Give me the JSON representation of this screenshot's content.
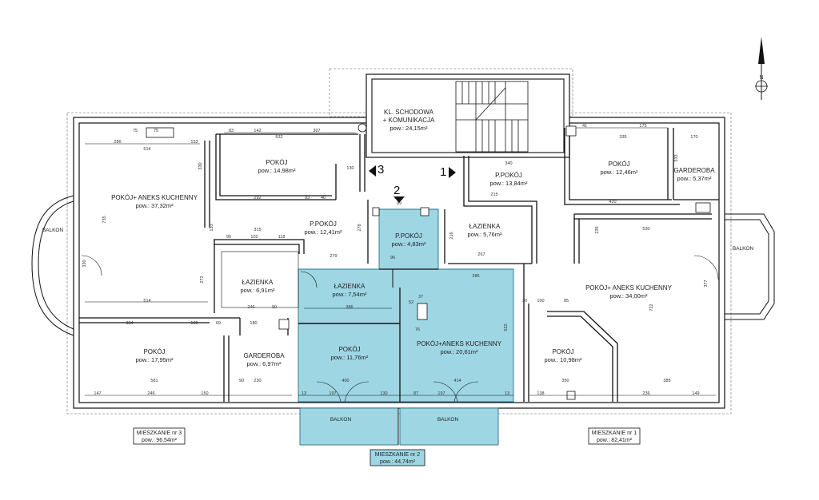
{
  "compass": {
    "letter": "N"
  },
  "stair_markers": [
    "1",
    "2",
    "3"
  ],
  "rooms": {
    "stair": {
      "line1": "KL. SCHODOWA",
      "line2": "+ KOMUNIKACJA",
      "area": "pow.: 24,15m²"
    },
    "r_pokoj_top": {
      "name": "POKÓJ",
      "area": "pow.: 14,98m²"
    },
    "r_aneks_left": {
      "name": "POKÓJ+ ANEKS KUCHENNY",
      "area": "pow.: 37,32m²"
    },
    "r_ppokoj_left": {
      "name": "P.POKÓJ",
      "area": "pow.: 12,41m²"
    },
    "r_lazienka_left": {
      "name": "ŁAZIENKA",
      "area": "pow.: 6,91m²"
    },
    "r_pokoj_bl": {
      "name": "POKÓJ",
      "area": "pow.: 17,95m²"
    },
    "r_garderoba_left": {
      "name": "GARDEROBA",
      "area": "pow.: 6,97m²"
    },
    "r_ppokoj_mid": {
      "name": "P.POKÓJ",
      "area": "pow.: 4,83m²"
    },
    "r_lazienka_mid": {
      "name": "ŁAZIENKA",
      "area": "pow.: 7,54m²"
    },
    "r_pokoj_mid": {
      "name": "POKÓJ",
      "area": "pow.: 11,76m²"
    },
    "r_aneks_mid": {
      "name": "POKÓJ+ANEKS KUCHENNY",
      "area": "pow.: 20,61m²"
    },
    "r_ppokoj_right": {
      "name": "P.POKÓJ",
      "area": "pow.: 13,84m²"
    },
    "r_lazienka_right": {
      "name": "ŁAZIENKA",
      "area": "pow.: 5,76m²"
    },
    "r_pokoj_tr": {
      "name": "POKÓJ",
      "area": "pow.: 12,46m²"
    },
    "r_garderoba_right": {
      "name": "GARDEROBA",
      "area": "pow.: 5,37m²"
    },
    "r_aneks_right": {
      "name": "POKÓJ+ ANEKS KUCHENNY",
      "area": "pow.: 34,00m²"
    },
    "r_pokoj_br": {
      "name": "POKÓJ",
      "area": "pow.: 10,98m²"
    }
  },
  "balconies": [
    "BALKON",
    "BALKON",
    "BALKON",
    "BALKON"
  ],
  "apartments": {
    "m3": {
      "name": "MIESZKANIE nr 3",
      "area": "pow.: 96,54m²"
    },
    "m2": {
      "name": "MIESZKANIE nr 2",
      "area": "pow.: 44,74m²"
    },
    "m1": {
      "name": "MIESZKANIE nr 1",
      "area": "pow.: 82,41m²"
    }
  },
  "dimensions": {
    "top_left": [
      "83",
      "142",
      "307",
      "532",
      "75",
      "75",
      "286",
      "514",
      "153"
    ],
    "left_mid": [
      "292",
      "93",
      "46",
      "315",
      "95",
      "102",
      "118",
      "279"
    ],
    "left_low": [
      "514",
      "384",
      "108",
      "69",
      "180",
      "246",
      "90"
    ],
    "bottom_left": [
      "147",
      "246",
      "150",
      "90",
      "230",
      "581"
    ],
    "center": [
      "130",
      "99",
      "96",
      "386",
      "285",
      "37",
      "52",
      "76"
    ],
    "bottom_mid": [
      "13",
      "197",
      "400",
      "130",
      "87",
      "197",
      "414",
      "13"
    ],
    "right_top": [
      "340",
      "335",
      "41",
      "170",
      "175",
      "215",
      "420",
      "530",
      "267"
    ],
    "right_low": [
      "100",
      "85",
      "350",
      "138",
      "236",
      "149",
      "385",
      "30"
    ],
    "vertical": [
      "330",
      "735",
      "330",
      "272",
      "278",
      "133",
      "216",
      "522",
      "235",
      "333",
      "377",
      "722"
    ]
  }
}
